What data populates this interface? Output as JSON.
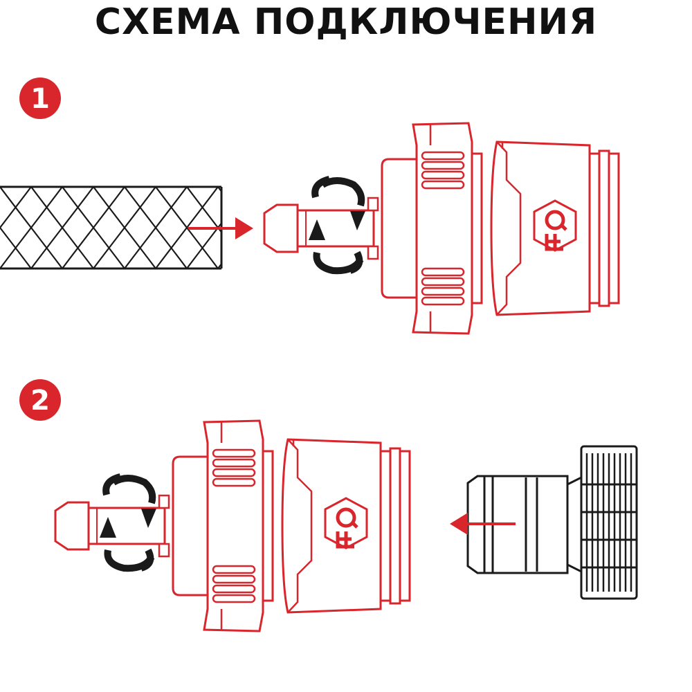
{
  "title": "СХЕМА ПОДКЛЮЧЕНИЯ",
  "steps": [
    {
      "number": "1"
    },
    {
      "number": "2"
    }
  ],
  "colors": {
    "accent": "#d8262c",
    "ink": "#1a1a1a",
    "arrow": "#2a2a2a"
  },
  "icons": [
    "hose-icon",
    "push-arrow-icon",
    "rotate-arrows-icon",
    "quick-connector-icon",
    "brand-logo-icon",
    "tap-adapter-icon"
  ]
}
